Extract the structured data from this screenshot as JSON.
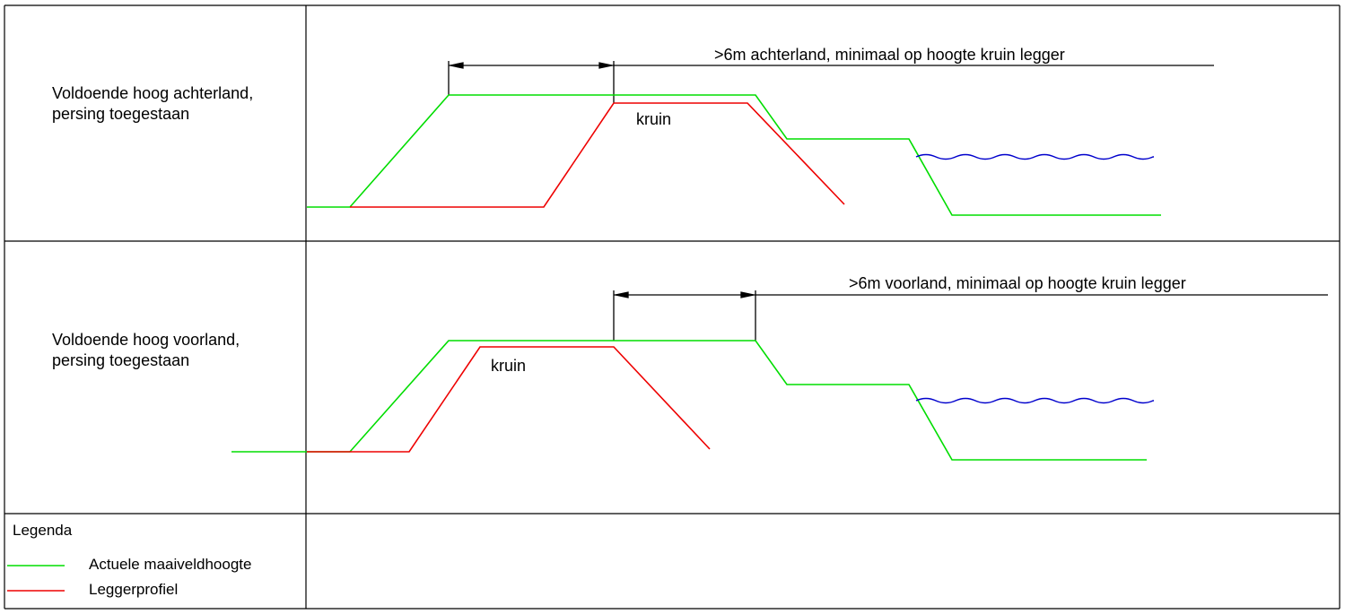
{
  "colors": {
    "actual_ground": "#00dd00",
    "legger_profile": "#ee0000",
    "water": "#0000cc",
    "frame": "#000000",
    "background": "#ffffff"
  },
  "panels": [
    {
      "description_line1": "Voldoende hoog achterland,",
      "description_line2": "persing toegestaan",
      "dimension_note": ">6m achterland,  minimaal op hoogte kruin legger",
      "crest_label": "kruin"
    },
    {
      "description_line1": "Voldoende hoog voorland,",
      "description_line2": "persing toegestaan",
      "dimension_note": ">6m voorland,  minimaal op hoogte kruin legger",
      "crest_label": "kruin"
    }
  ],
  "legend": {
    "title": "Legenda",
    "items": [
      {
        "label": "Actuele maaiveldhoogte",
        "color_key": "actual_ground"
      },
      {
        "label": "Leggerprofiel",
        "color_key": "legger_profile"
      }
    ]
  }
}
